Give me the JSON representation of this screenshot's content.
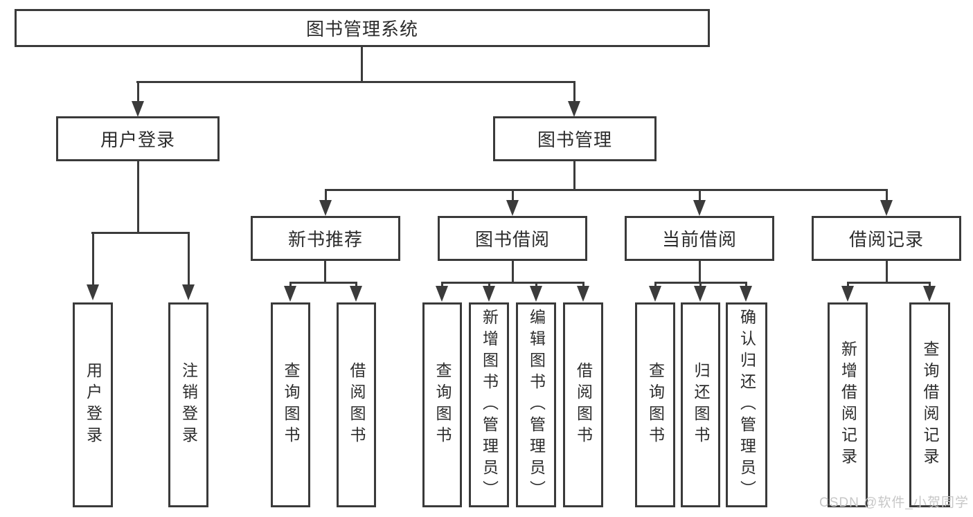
{
  "page": {
    "watermark": "CSDN @软件_小贺同学"
  },
  "colors": {
    "line": "#3b3b3b",
    "border": "#3a3a3a",
    "text": "#2c2c2c",
    "background": "#ffffff",
    "watermark": "#c7c7c7"
  },
  "hierarchy": {
    "root": {
      "label": "图书管理系统",
      "branches": {
        "user_login": {
          "label": "用户登录",
          "children": {
            "login": "用户登录",
            "logout": "注销登录"
          }
        },
        "book_management": {
          "label": "图书管理",
          "sections": {
            "new_book_recommend": {
              "label": "新书推荐",
              "children": {
                "query_books": "查询图书",
                "borrow_books": "借阅图书"
              }
            },
            "book_borrowing": {
              "label": "图书借阅",
              "children": {
                "query_books": "查询图书",
                "add_books_admin": "新增图书（管理员）",
                "edit_books_admin": "编辑图书（管理员）",
                "borrow_books": "借阅图书"
              }
            },
            "current_borrowing": {
              "label": "当前借阅",
              "children": {
                "query_books": "查询图书",
                "return_books": "归还图书",
                "confirm_return_admin": "确认归还（管理员）"
              }
            },
            "borrowing_records": {
              "label": "借阅记录",
              "children": {
                "add_borrowing_record": "新增借阅记录",
                "query_borrowing_record": "查询借阅记录"
              }
            }
          }
        }
      }
    }
  }
}
